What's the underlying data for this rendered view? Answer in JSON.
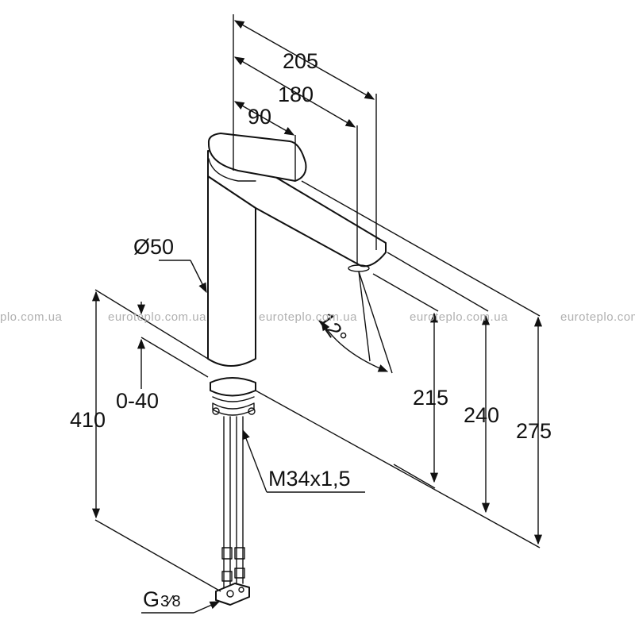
{
  "watermark": "euroteplo.com.ua",
  "watermark_partial": "plo.com.ua",
  "dimensions": {
    "d205": "205",
    "d180": "180",
    "d90": "90",
    "diameter": "Ø50",
    "angle": "12°",
    "h215": "215",
    "h240": "240",
    "h275": "275",
    "h410": "410",
    "range": "0-40",
    "thread": "M34x1,5",
    "connection_main": "G",
    "connection_frac": "3⁄8"
  },
  "colors": {
    "ink": "#111111",
    "watermark": "#b0b0b0",
    "background": "#ffffff"
  }
}
